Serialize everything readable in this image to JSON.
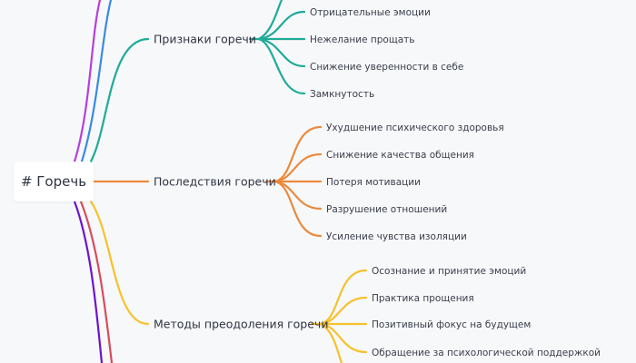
{
  "root": {
    "label": "# Горечь"
  },
  "colors": {
    "teal": "#1fab98",
    "orange": "#eb8a3c",
    "yellow": "#f6c12c",
    "magenta": "#b63fdc",
    "blue": "#3a8ae2",
    "violet": "#6c14cc",
    "red": "#d64c5a",
    "background": "#f7f8fa",
    "text": "#2f3440"
  },
  "branches": [
    {
      "label": "Признаки горечи",
      "children": [
        "Отрицательные эмоции",
        "Нежелание прощать",
        "Снижение уверенности в себе",
        "Замкнутость"
      ]
    },
    {
      "label": "Последствия горечи",
      "children": [
        "Ухудшение психического здоровья",
        "Снижение качества общения",
        "Потеря мотивации",
        "Разрушение отношений",
        "Усиление чувства изоляции"
      ]
    },
    {
      "label": "Методы преодоления горечи",
      "children": [
        "Осознание и принятие эмоций",
        "Практика прощения",
        "Позитивный фокус на будущем",
        "Обращение за психологической поддержкой"
      ]
    }
  ]
}
